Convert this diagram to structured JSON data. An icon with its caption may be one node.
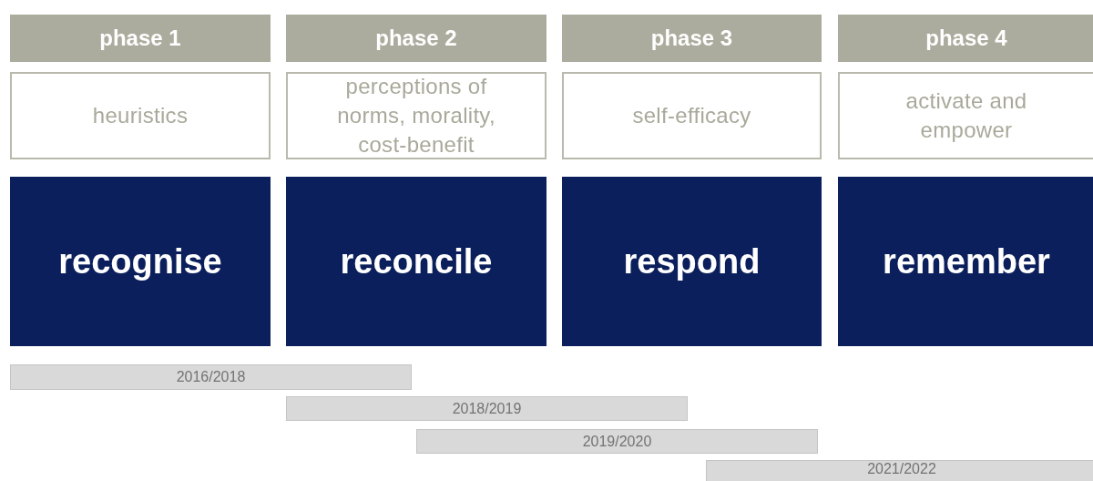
{
  "diagram": {
    "nodes": [
      {
        "text": [
          "phase 1"
        ]
      },
      {
        "text": [
          "phase 2"
        ]
      },
      {
        "text": [
          "phase 3"
        ]
      },
      {
        "text": [
          "phase 4"
        ]
      },
      {
        "text": [
          "heuristics"
        ]
      },
      {
        "text": [
          "perceptions of norms, morality, cost-benefit"
        ]
      },
      {
        "text": [
          "self-efficacy"
        ]
      },
      {
        "text": [
          "activate and empower"
        ]
      },
      {
        "text": [
          "recognise"
        ]
      },
      {
        "text": [
          "reconcile"
        ]
      },
      {
        "text": [
          "respond"
        ]
      },
      {
        "text": [
          "remember"
        ]
      },
      {
        "text": [
          "2016/2018"
        ]
      },
      {
        "text": [
          "2018/2019"
        ]
      },
      {
        "text": [
          "2019/2020"
        ]
      },
      {
        "text": [
          "2021/2022"
        ]
      }
    ]
  }
}
